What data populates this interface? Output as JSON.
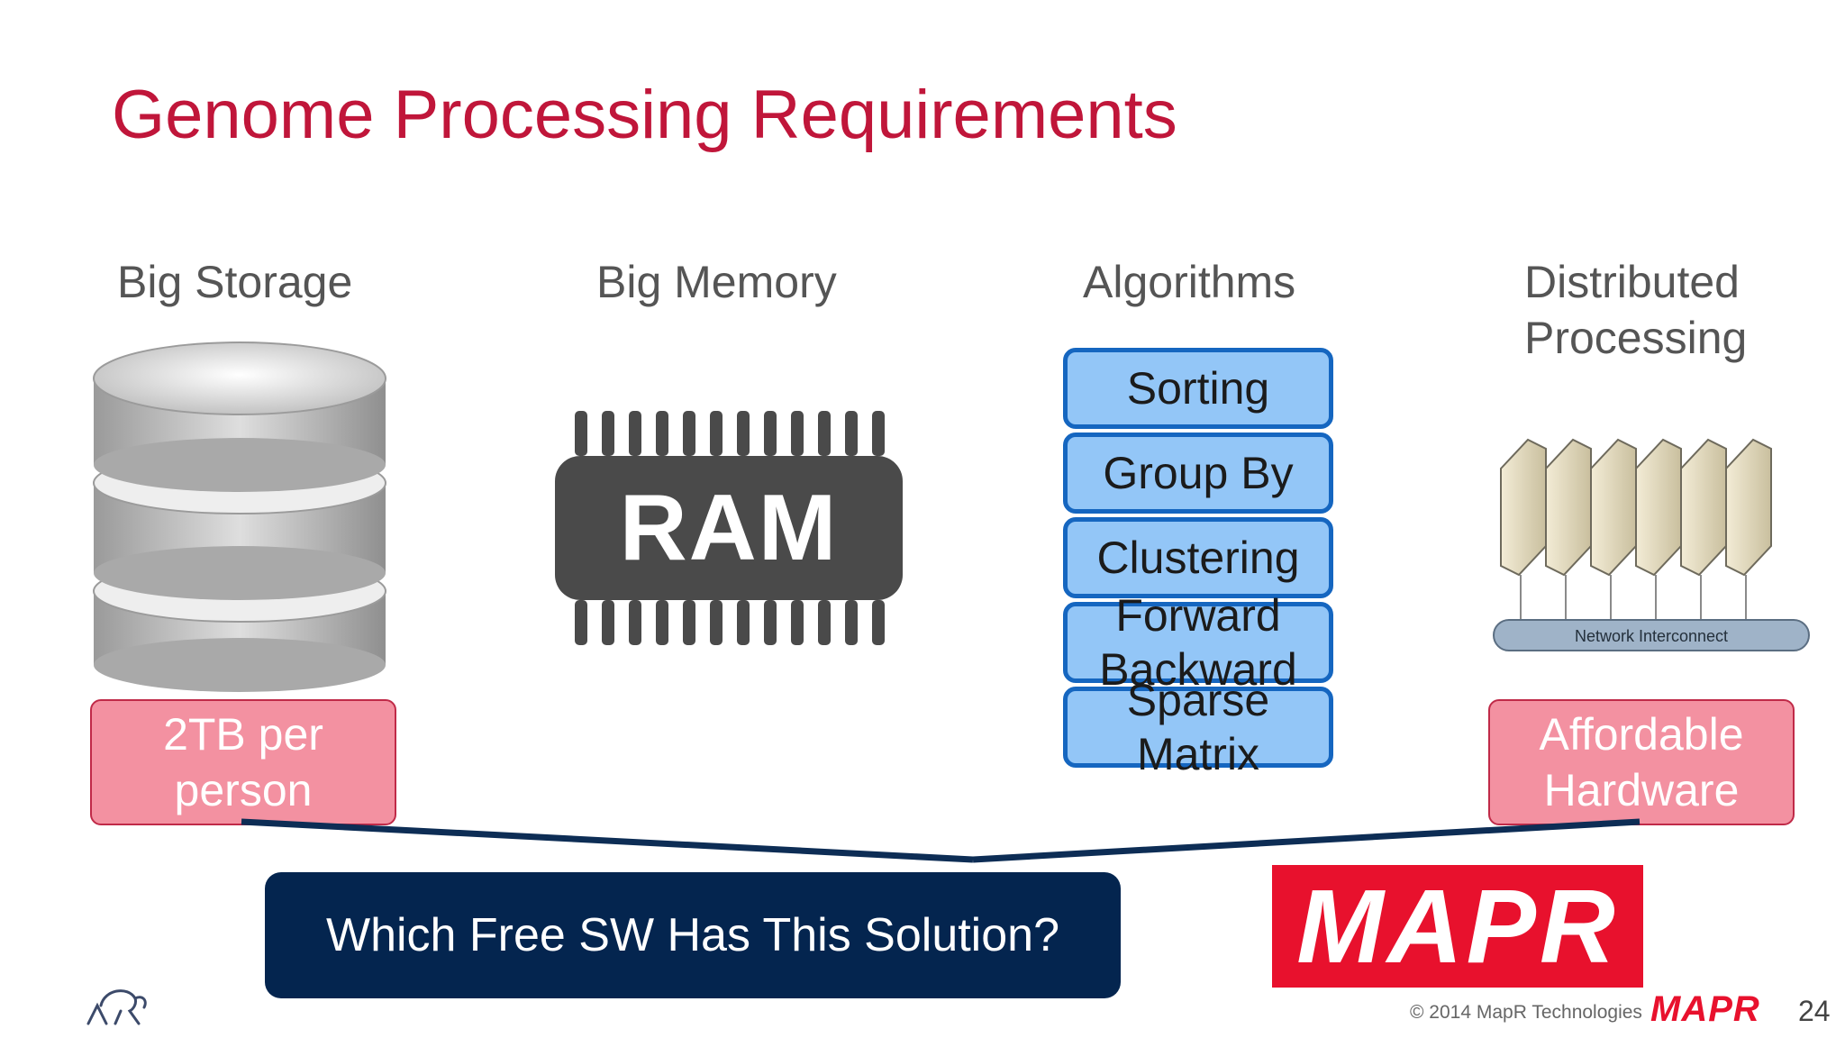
{
  "slide": {
    "title": "Genome Processing Requirements",
    "page_number": "24",
    "copyright": "© 2014 MapR Technologies"
  },
  "columns": {
    "storage": {
      "heading": "Big Storage",
      "note": [
        "2TB per",
        "person"
      ]
    },
    "memory": {
      "heading": "Big Memory",
      "chip_label": "RAM"
    },
    "algorithms": {
      "heading": "Algorithms",
      "items": [
        "Sorting",
        "Group By",
        "Clustering",
        "Forward Backward",
        "Sparse Matrix"
      ]
    },
    "distributed": {
      "heading": [
        "Distributed",
        "Processing"
      ],
      "network_label": "Network Interconnect",
      "note": [
        "Affordable",
        "Hardware"
      ]
    }
  },
  "callout": {
    "text": "Which Free SW Has This Solution?"
  },
  "brand": {
    "logo_text": "MAPR",
    "brand_red": "#e8112d",
    "navy": "#04254f",
    "title_red": "#c0163a"
  }
}
